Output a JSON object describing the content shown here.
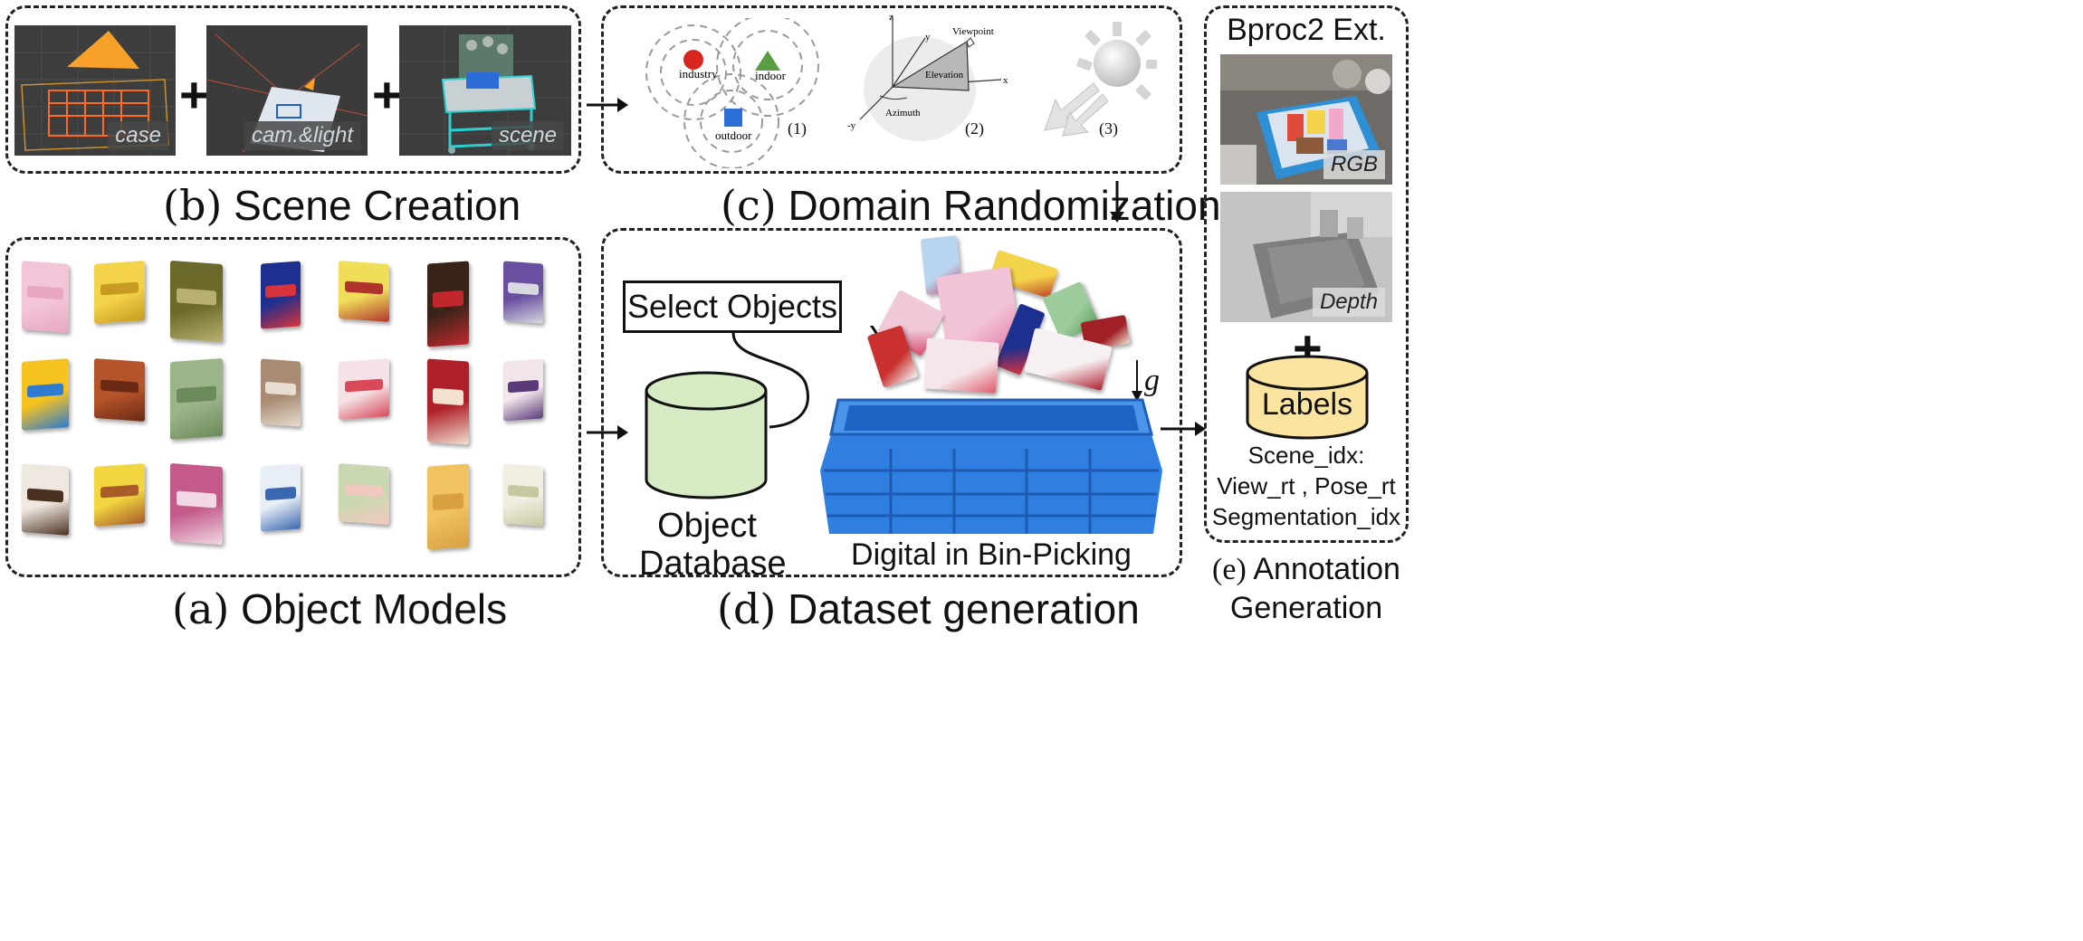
{
  "scene_creation": {
    "caption_prefix": "(b)",
    "caption_text": "Scene Creation",
    "panels": [
      {
        "tag": "case"
      },
      {
        "tag": "cam.&light"
      },
      {
        "tag": "scene"
      }
    ],
    "plus": "+"
  },
  "domain_randomization": {
    "caption_prefix": "(c)",
    "caption_text": "Domain Randomization",
    "sets": {
      "industry": "industry",
      "indoor": "indoor",
      "outdoor": "outdoor"
    },
    "viewpoint": {
      "viewpoint": "Viewpoint",
      "elevation": "Elevation",
      "azimuth": "Azimuth",
      "z": "z",
      "y": "y",
      "x": "x",
      "neg_y": "-y"
    },
    "markers": [
      "(1)",
      "(2)",
      "(3)"
    ]
  },
  "object_models": {
    "caption_prefix": "(a)",
    "caption_text": "Object Models",
    "boxes": [
      {
        "color": "#f2c6d8",
        "accent": "#e8a6c3"
      },
      {
        "color": "#f3d34a",
        "accent": "#c79a20"
      },
      {
        "color": "#6b6a2a",
        "accent": "#b8b070"
      },
      {
        "color": "#1d2f8f",
        "accent": "#d8323a"
      },
      {
        "color": "#f0de5a",
        "accent": "#b0342c"
      },
      {
        "color": "#3a2418",
        "accent": "#c0282e"
      },
      {
        "color": "#6a4fa0",
        "accent": "#d8d8e0"
      },
      {
        "color": "#f5c21e",
        "accent": "#2f7bd0"
      },
      {
        "color": "#b5532a",
        "accent": "#6a2a14"
      },
      {
        "color": "#9bb58a",
        "accent": "#6c8a5c"
      },
      {
        "color": "#a88b72",
        "accent": "#e8ddd0"
      },
      {
        "color": "#f4e2e6",
        "accent": "#d84a5a"
      },
      {
        "color": "#b0202a",
        "accent": "#f2e0d0"
      },
      {
        "color": "#f2e6ea",
        "accent": "#5a3a7a"
      },
      {
        "color": "#efe8e0",
        "accent": "#4a3020"
      },
      {
        "color": "#f2d640",
        "accent": "#a85c28"
      },
      {
        "color": "#c35a8a",
        "accent": "#f1d8e4"
      },
      {
        "color": "#e8eef6",
        "accent": "#3a68b0"
      },
      {
        "color": "#c9d8b0",
        "accent": "#f3c8c0"
      },
      {
        "color": "#f0c260",
        "accent": "#d9a040"
      },
      {
        "color": "#f2efe2",
        "accent": "#c8c8a0"
      }
    ]
  },
  "dataset_generation": {
    "caption_prefix": "(d)",
    "caption_text": "Dataset generation",
    "select_objects": "Select Objects",
    "db_line1": "Object",
    "db_line2": "Database",
    "bin_label": "Digital in Bin-Picking",
    "gravity": "g",
    "bin_color": "#2f7fe0"
  },
  "annotation": {
    "title": "Bproc2 Ext.",
    "rgb_tag": "RGB",
    "depth_tag": "Depth",
    "plus": "+",
    "labels": "Labels",
    "line1": "Scene_idx:",
    "line2": "View_rt , Pose_rt",
    "line3": "Segmentation_idx",
    "caption_prefix": "(e)",
    "caption_line1": "Annotation",
    "caption_line2": "Generation",
    "db_color": "#fbe3a0"
  }
}
